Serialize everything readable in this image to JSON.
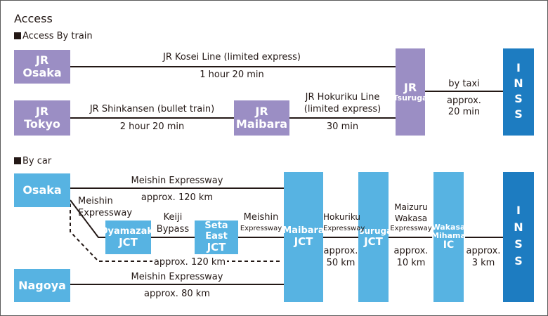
{
  "title": "Access",
  "train": {
    "heading": "Access By train",
    "stations": {
      "osaka": [
        "JR",
        "Osaka"
      ],
      "tokyo": [
        "JR",
        "Tokyo"
      ],
      "maibara": [
        "JR",
        "Maibara"
      ],
      "tsuruga": [
        "JR",
        "Tsuruga"
      ]
    },
    "kosei_line": "JR Kosei Line (limited express)",
    "kosei_time": "1 hour 20 min",
    "shinkansen": "JR Shinkansen (bullet train)",
    "shinkansen_time": "2 hour 20 min",
    "hokuriku_line_1": "JR Hokuriku Line",
    "hokuriku_line_2": "(limited express)",
    "hokuriku_time": "30 min",
    "taxi": "by taxi",
    "taxi_time_1": "approx.",
    "taxi_time_2": "20 min",
    "inss": "INSS"
  },
  "car": {
    "heading": "By car",
    "osaka": "Osaka",
    "nagoya": "Nagoya",
    "oyamazaki": [
      "Oyamazaki",
      "JCT"
    ],
    "seta_east": [
      "Seta East",
      "JCT"
    ],
    "maibara": [
      "Maibara",
      "JCT"
    ],
    "tsuruga": [
      "Tsuruga",
      "JCT"
    ],
    "wakasa_mihama": [
      "Wakasa",
      "Mihama",
      "IC"
    ],
    "meishin_top": "Meishin Expressway",
    "meishin_top_dist": "approx. 120 km",
    "meishin_side_1": "Meishin",
    "meishin_side_2": "Expressway",
    "keiji_1": "Keiji",
    "keiji_2": "Bypass",
    "meishin_small_1": "Meishin",
    "meishin_small_2": "Expressway",
    "dashed_dist": "approx. 120 km",
    "nagoya_exp": "Meishin Expressway",
    "nagoya_dist": "approx. 80 km",
    "hokuriku_1": "Hokuriku",
    "hokuriku_2": "Expressway",
    "hokuriku_dist_1": "approx.",
    "hokuriku_dist_2": "50 km",
    "maizuru_1": "Maizuru",
    "maizuru_2": "Wakasa",
    "maizuru_3": "Expressway",
    "maizuru_dist_1": "approx.",
    "maizuru_dist_2": "10 km",
    "last_dist_1": "approx.",
    "last_dist_2": "3 km",
    "inss": "INSS"
  },
  "colors": {
    "station_purple": "#9b8ec4",
    "node_light_blue": "#57b3e2",
    "inss_dark_blue": "#1d7cc1"
  }
}
